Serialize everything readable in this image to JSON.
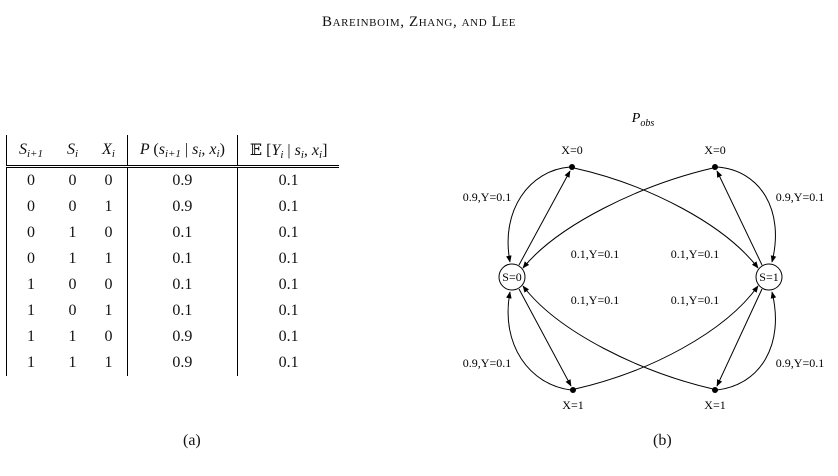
{
  "header": "Bareinboim, Zhang, and Lee",
  "table": {
    "columns": [
      "S_{i+1}",
      "S_i",
      "X_i",
      "P(s_{i+1} | s_i, x_i)",
      "E[Y_i | s_i, x_i]"
    ],
    "rows": [
      [
        "0",
        "0",
        "0",
        "0.9",
        "0.1"
      ],
      [
        "0",
        "0",
        "1",
        "0.9",
        "0.1"
      ],
      [
        "0",
        "1",
        "0",
        "0.1",
        "0.1"
      ],
      [
        "0",
        "1",
        "1",
        "0.1",
        "0.1"
      ],
      [
        "1",
        "0",
        "0",
        "0.1",
        "0.1"
      ],
      [
        "1",
        "0",
        "1",
        "0.1",
        "0.1"
      ],
      [
        "1",
        "1",
        "0",
        "0.9",
        "0.1"
      ],
      [
        "1",
        "1",
        "1",
        "0.9",
        "0.1"
      ]
    ]
  },
  "captions": {
    "a": "(a)",
    "b": "(b)"
  },
  "diagram": {
    "title": "P_obs",
    "nodes": {
      "s0": "S=0",
      "s1": "S=1",
      "x0_left": "X=0",
      "x0_right": "X=0",
      "x1_left": "X=1",
      "x1_right": "X=1"
    },
    "labels": {
      "top_left": "0.9,Y=0.1",
      "top_right": "0.9,Y=0.1",
      "mid_upper_left": "0.1,Y=0.1",
      "mid_upper_right": "0.1,Y=0.1",
      "mid_lower_left": "0.1,Y=0.1",
      "mid_lower_right": "0.1,Y=0.1",
      "bottom_left": "0.9,Y=0.1",
      "bottom_right": "0.9,Y=0.1"
    }
  }
}
